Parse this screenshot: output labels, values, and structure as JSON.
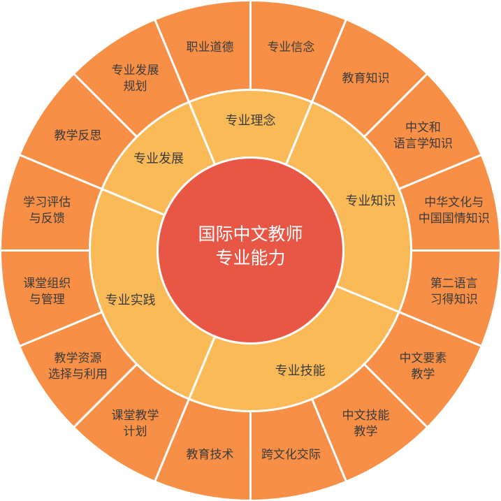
{
  "colors": {
    "outer": "#F79046",
    "middle": "#FBBA58",
    "center": "#E85746",
    "border": "#FFFFFF"
  },
  "center": {
    "lines": [
      "国际中文教师",
      "专业能力"
    ]
  },
  "domains": [
    {
      "label": [
        "专业理念"
      ],
      "items": [
        {
          "label": [
            "职业道德"
          ]
        },
        {
          "label": [
            "专业信念"
          ]
        }
      ]
    },
    {
      "label": [
        "专业知识"
      ],
      "items": [
        {
          "label": [
            "教育知识"
          ]
        },
        {
          "label": [
            "中文和",
            "语言学知识"
          ]
        },
        {
          "label": [
            "中华文化与",
            "中国国情知识"
          ]
        },
        {
          "label": [
            "第二语言",
            "习得知识"
          ]
        }
      ]
    },
    {
      "label": [
        "专业技能"
      ],
      "items": [
        {
          "label": [
            "中文要素",
            "教学"
          ]
        },
        {
          "label": [
            "中文技能",
            "教学"
          ]
        },
        {
          "label": [
            "跨文化交际"
          ]
        },
        {
          "label": [
            "教育技术"
          ]
        }
      ]
    },
    {
      "label": [
        "专业实践"
      ],
      "items": [
        {
          "label": [
            "课堂教学",
            "计划"
          ]
        },
        {
          "label": [
            "教学资源",
            "选择与利用"
          ]
        },
        {
          "label": [
            "课堂组织",
            "与管理"
          ]
        },
        {
          "label": [
            "学习评估",
            "与反馈"
          ]
        }
      ]
    },
    {
      "label": [
        "专业发展"
      ],
      "items": [
        {
          "label": [
            "教学反思"
          ]
        },
        {
          "label": [
            "专业发展",
            "规划"
          ]
        }
      ]
    }
  ]
}
